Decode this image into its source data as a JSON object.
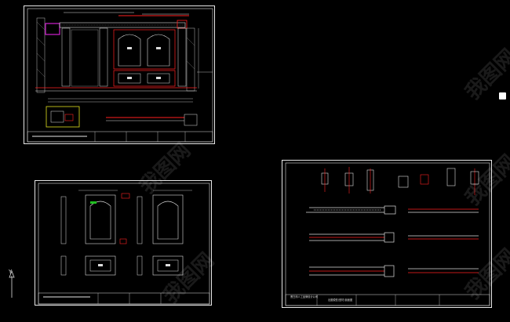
{
  "app": {
    "background_color": "#000000",
    "accent_red": "#ff2020",
    "line_color": "#e8e8e8",
    "magenta": "#d020d0"
  },
  "sheets": {
    "elevation": {
      "name": "main-elevation-sheet"
    },
    "doors": {
      "name": "door-panel-sheet"
    },
    "sections": {
      "name": "profile-section-sheet",
      "title_company": "黑白熊人工品牌设计公司",
      "title_drawing": "出图模型(型材)剖面图"
    }
  },
  "ucs": {
    "axis_label": "Y",
    "icon": "ucs-axis-icon"
  },
  "watermark": {
    "text": "我图网"
  },
  "sidebar": {
    "icon": "layer-icon"
  }
}
